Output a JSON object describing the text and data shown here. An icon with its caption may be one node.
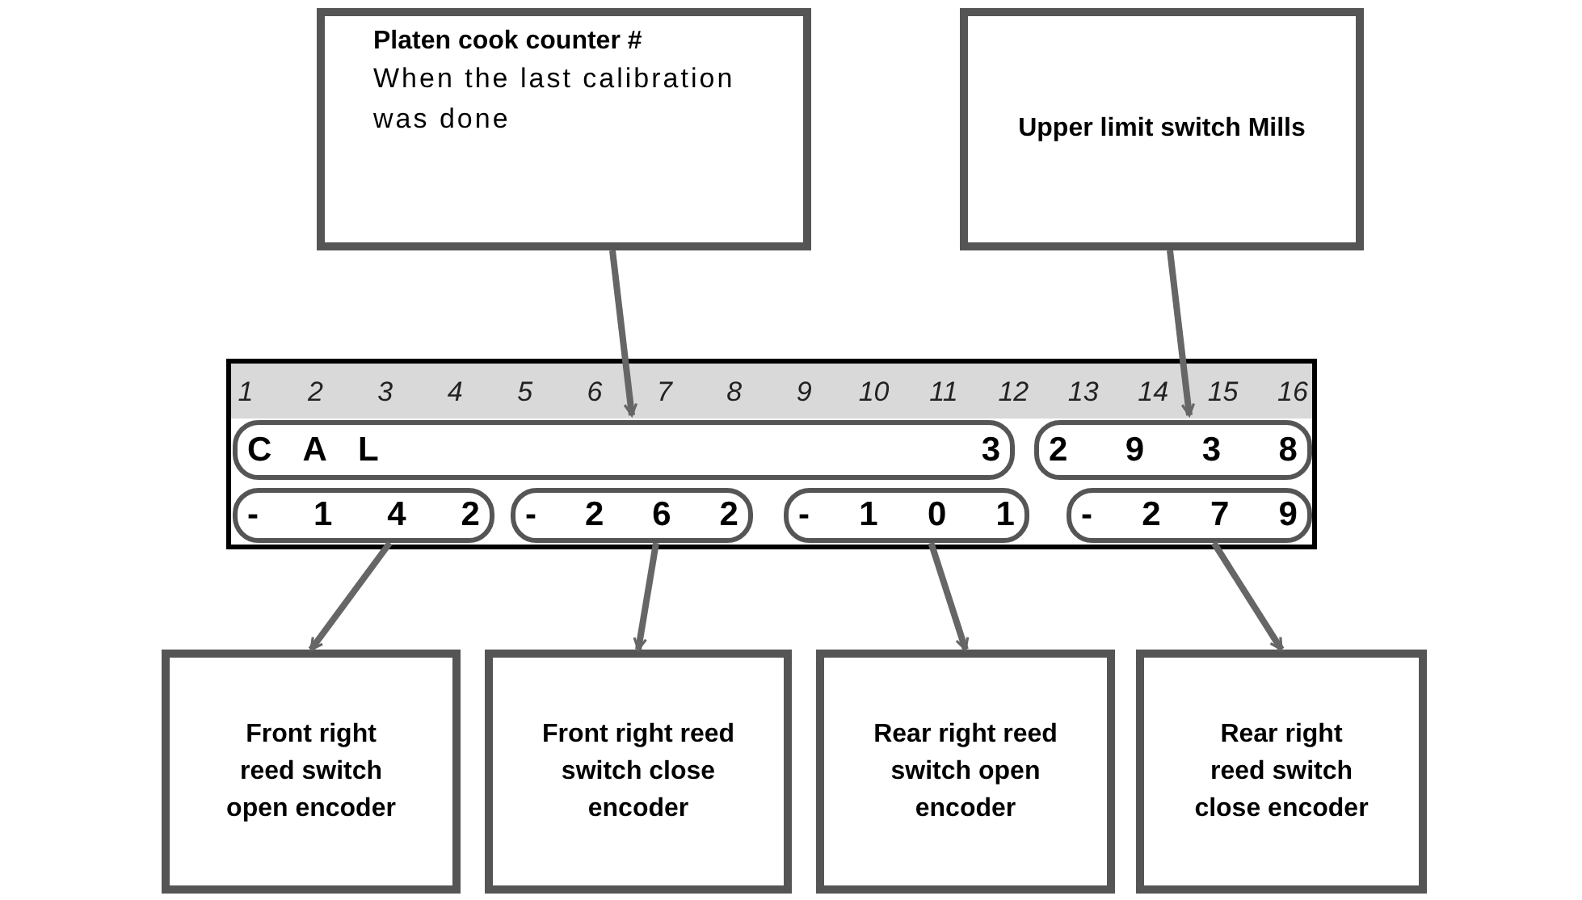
{
  "diagram": {
    "nodes": [
      {
        "text": [
          "Platen cook counter #",
          "When the last calibration was done"
        ]
      },
      {
        "text": [
          "Upper limit switch Mills"
        ]
      },
      {
        "text": [],
        "shape": "box"
      },
      {
        "text": [
          "C A L",
          "3"
        ],
        "in": 2
      },
      {
        "text": [
          "2 9 3 8"
        ],
        "in": 2
      },
      {
        "text": [
          "- 1 4 2"
        ],
        "in": 2
      },
      {
        "text": [
          "- 2 6 2"
        ],
        "in": 2
      },
      {
        "text": [
          "- 1 0 1"
        ],
        "in": 2
      },
      {
        "text": [
          "- 2 7 9"
        ],
        "in": 2
      },
      {
        "text": [
          "Front right reed switch open encoder"
        ]
      },
      {
        "text": [
          "Front right reed switch close encoder"
        ]
      },
      {
        "text": [
          "Rear right reed switch open encoder"
        ]
      },
      {
        "text": [
          "Rear right reed switch close encoder"
        ]
      }
    ],
    "edges": [
      {
        "from": 0,
        "to": 3,
        "arrow": "to"
      },
      {
        "from": 1,
        "to": 4,
        "arrow": "to"
      },
      {
        "from": 5,
        "to": 9,
        "arrow": "to"
      },
      {
        "from": 6,
        "to": 10,
        "arrow": "to"
      },
      {
        "from": 7,
        "to": 11,
        "arrow": "to"
      },
      {
        "from": 8,
        "to": 12,
        "arrow": "to"
      }
    ],
    "labels": [
      "1",
      "2",
      "3",
      "4",
      "5",
      "6",
      "7",
      "8",
      "9",
      "10",
      "11",
      "12",
      "13",
      "14",
      "15",
      "16"
    ]
  }
}
